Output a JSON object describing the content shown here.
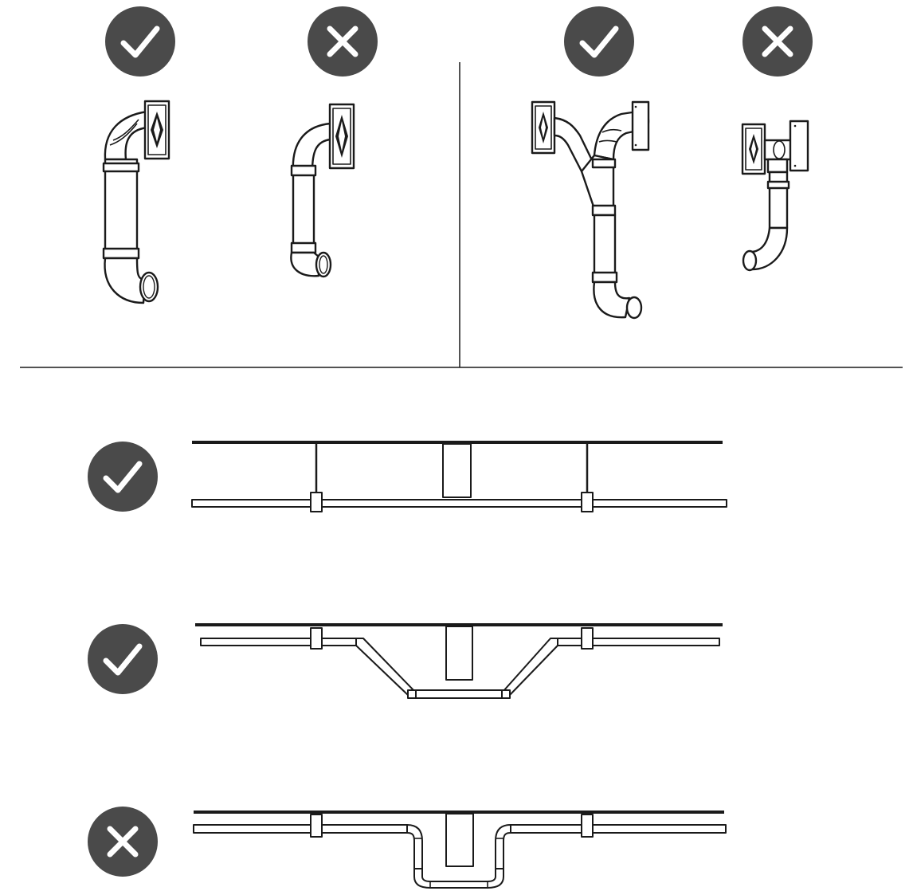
{
  "colors": {
    "badge_fill": "#4a4a4a",
    "badge_mark": "#ffffff",
    "line": "#1a1a1a",
    "background": "#ffffff"
  },
  "top_panels": [
    {
      "id": "single-elbow-good",
      "status": "correct",
      "icon": "check-icon"
    },
    {
      "id": "single-elbow-tight",
      "status": "incorrect",
      "icon": "cross-icon"
    },
    {
      "id": "wye-branch-good",
      "status": "correct",
      "icon": "check-icon"
    },
    {
      "id": "tee-branch-tight",
      "status": "incorrect",
      "icon": "cross-icon"
    }
  ],
  "bottom_rows": [
    {
      "id": "straight-run-hangers",
      "status": "correct",
      "icon": "check-icon"
    },
    {
      "id": "angled-offset-run",
      "status": "correct",
      "icon": "check-icon"
    },
    {
      "id": "sharp-u-offset-run",
      "status": "incorrect",
      "icon": "cross-icon"
    }
  ]
}
